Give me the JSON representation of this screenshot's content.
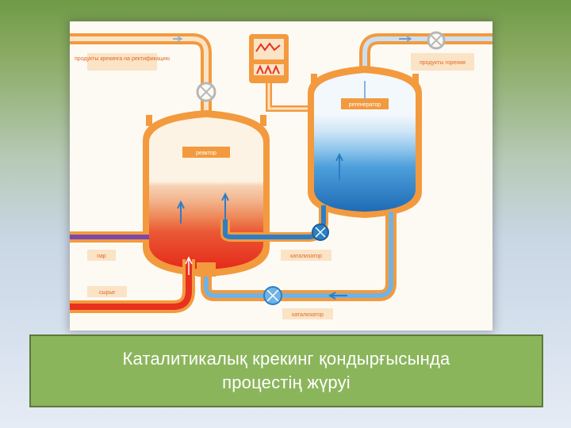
{
  "diagram": {
    "labels": {
      "products": "продукты крекинга на ректификацию",
      "combustion": "продукты горения",
      "reactor": "реактор",
      "regenerator": "регенератор",
      "steam": "пар",
      "raw": "сырье",
      "catalyst_1": "катализатор",
      "catalyst_2": "катализатор"
    }
  },
  "caption": {
    "line1": "Каталитикалық крекинг қондырғысында",
    "line2": "процестің жүруі"
  },
  "colors": {
    "orange": "#f39a3e",
    "light_orange": "#fbd9a8",
    "red": "#e8311f",
    "blue": "#2b7fc4",
    "light_blue": "#a9d4f0",
    "caption_bg": "#8bb55b"
  }
}
